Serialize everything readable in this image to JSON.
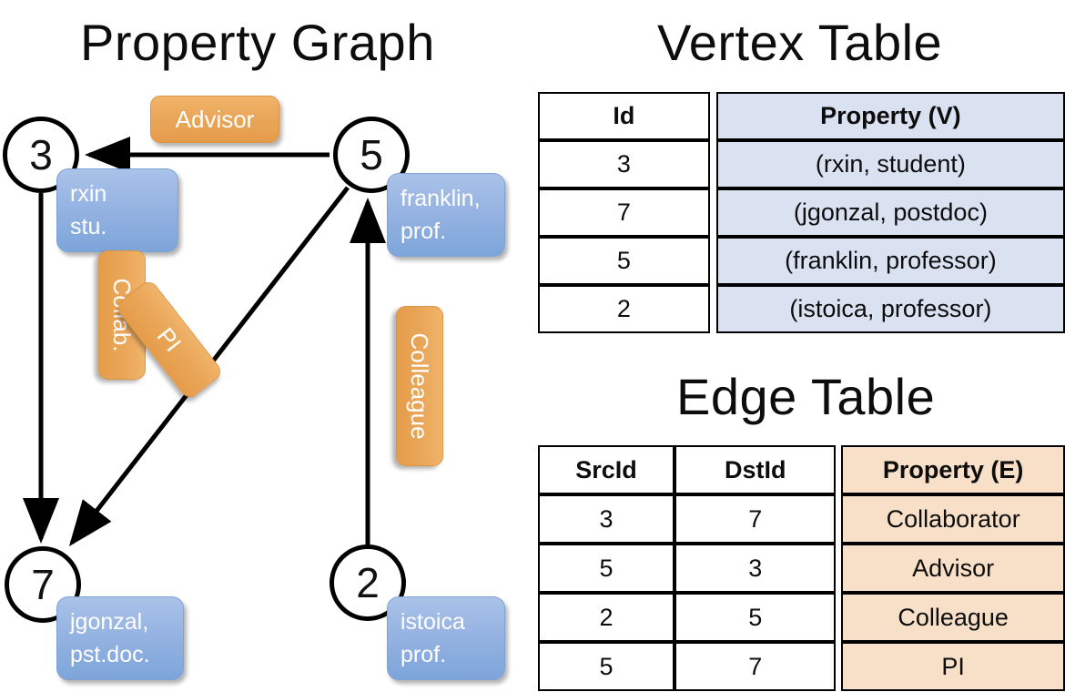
{
  "titles": {
    "property_graph": "Property Graph",
    "vertex_table": "Vertex Table",
    "edge_table": "Edge Table"
  },
  "colors": {
    "vertex_property_fill": "#dae2f2",
    "edge_property_fill": "#f7e0c7",
    "node_box_blue": "#96b3e2",
    "edge_label_orange": "#eaa85b",
    "stroke": "#000000"
  },
  "graph": {
    "nodes": [
      {
        "id": "3",
        "name": "node-3",
        "property_line1": "rxin",
        "property_line2": "stu."
      },
      {
        "id": "5",
        "name": "node-5",
        "property_line1": "franklin,",
        "property_line2": "prof."
      },
      {
        "id": "7",
        "name": "node-7",
        "property_line1": "jgonzal,",
        "property_line2": "pst.doc."
      },
      {
        "id": "2",
        "name": "node-2",
        "property_line1": "istoica",
        "property_line2": "prof."
      }
    ],
    "edge_labels": [
      {
        "name": "advisor",
        "text": "Advisor",
        "src": "5",
        "dst": "3"
      },
      {
        "name": "collab",
        "text": "Collab.",
        "src": "3",
        "dst": "7"
      },
      {
        "name": "pi",
        "text": "PI",
        "src": "5",
        "dst": "7"
      },
      {
        "name": "colleague",
        "text": "Colleague",
        "src": "2",
        "dst": "5"
      }
    ]
  },
  "vertex_table": {
    "headers": [
      "Id",
      "Property (V)"
    ],
    "rows": [
      {
        "id": "3",
        "property": "(rxin, student)"
      },
      {
        "id": "7",
        "property": "(jgonzal, postdoc)"
      },
      {
        "id": "5",
        "property": "(franklin, professor)"
      },
      {
        "id": "2",
        "property": "(istoica, professor)"
      }
    ]
  },
  "edge_table": {
    "headers": [
      "SrcId",
      "DstId",
      "Property (E)"
    ],
    "rows": [
      {
        "src": "3",
        "dst": "7",
        "property": "Collaborator"
      },
      {
        "src": "5",
        "dst": "3",
        "property": "Advisor"
      },
      {
        "src": "2",
        "dst": "5",
        "property": "Colleague"
      },
      {
        "src": "5",
        "dst": "7",
        "property": "PI"
      }
    ]
  }
}
